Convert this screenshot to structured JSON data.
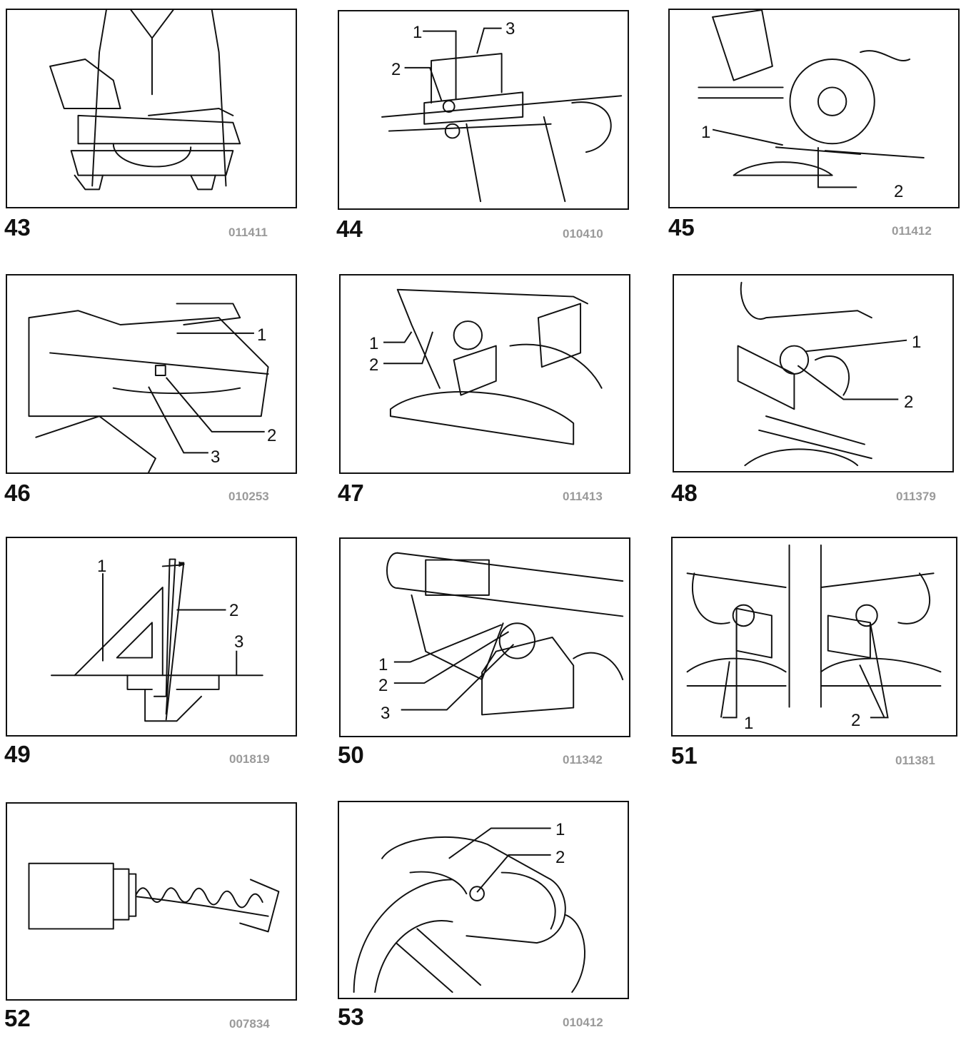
{
  "figures": [
    {
      "number": "43",
      "code": "011411",
      "callouts": []
    },
    {
      "number": "44",
      "code": "010410",
      "callouts": [
        "1",
        "2",
        "3"
      ]
    },
    {
      "number": "45",
      "code": "011412",
      "callouts": [
        "1",
        "2"
      ]
    },
    {
      "number": "46",
      "code": "010253",
      "callouts": [
        "1",
        "2",
        "3"
      ]
    },
    {
      "number": "47",
      "code": "011413",
      "callouts": [
        "1",
        "2"
      ]
    },
    {
      "number": "48",
      "code": "011379",
      "callouts": [
        "1",
        "2"
      ]
    },
    {
      "number": "49",
      "code": "001819",
      "callouts": [
        "1",
        "2",
        "3"
      ]
    },
    {
      "number": "50",
      "code": "011342",
      "callouts": [
        "1",
        "2",
        "3"
      ]
    },
    {
      "number": "51",
      "code": "011381",
      "callouts": [
        "1",
        "2"
      ]
    },
    {
      "number": "52",
      "code": "007834",
      "callouts": []
    },
    {
      "number": "53",
      "code": "010412",
      "callouts": [
        "1",
        "2"
      ]
    }
  ],
  "icons": [
    "miter-saw-illustration",
    "carbon-brush-illustration",
    "triangle-square-illustration"
  ]
}
